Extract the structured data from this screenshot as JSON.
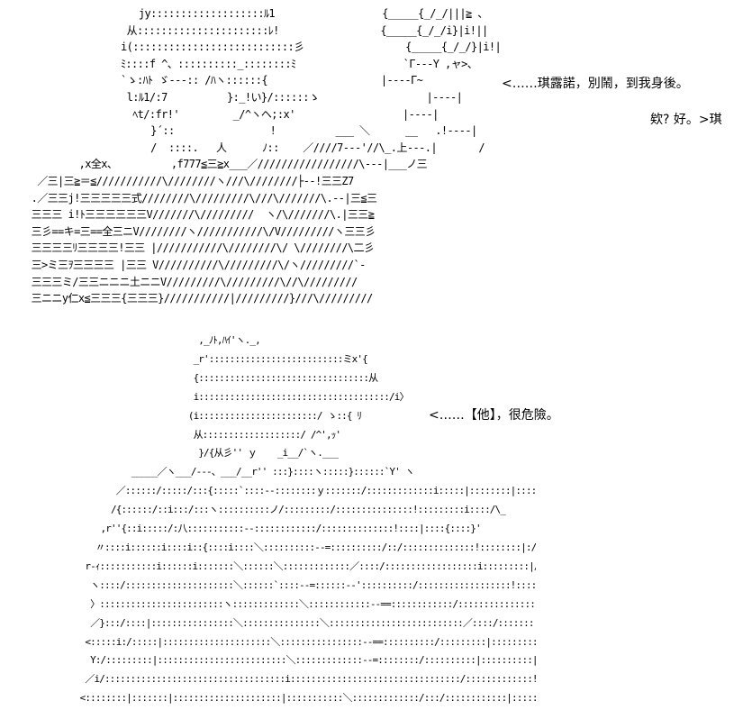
{
  "dialogue": [
    "<……琪露諾，別鬧，到我身後。",
    "欸? 好。>琪",
    "<……【他】，很危險。"
  ],
  "ascii_art": {
    "top": "                   jy:::::::::::::::::::ﾙ1                  {_____{_/_/|||≧ 、\n                 从::::::::::::::::::::::ﾚ!                 {_____{_/_/i}|i!||\n                i(:::::::::::::::::::::::::::彡                 {_____{_/_/}|i!||\n                ﾐ::::f ^、::::::::::_::::::::ﾐ                  `Γ---Y ,ャ>、\n                `ゝ:ﾊﾄ ゞ---:: /ﾊヽ::::::{                   |----Γ~\n                 l:ﾙ1/:7          }:_!い}/::::::ゝ                  |----|\n                  ﾍt/:fr!'         _/^ヽヘ;:x'                  |----|\n                     }´::                !          ___ ＼      __   .!----|\n                     /  ::::.   人      ﾉ::    ／////7---'//\\_.上---.|       /\n         ,x全x、         ,f777≦三≧x___／/////////////////\\---|___ノ三\n  ／三|三≧＝≦///////////\\////////ヽ///\\////////├--!三三Z7\n .／三三j!三三三三三式////////\\/////////\\///\\///////\\.--|三≦三\n 三三三 i!ﾄ三三三三三三V///////\\/////////  ヽ/\\///////\\.|三三≧\n 三彡==キ=三==全三ニV////////ヽ///////////\\/V/////////ヽ三三彡\n 三三三三ﾘ三三三三!三三 |///////////\\////////\\/ \\////////\\二彡\n 三>ミ三ｦ三三三三 |三三 V//////////\\/////////\\/ヽ/////////`-\n 三三三ミ/三三ニニニ土ニニV/////////\\/////////\\//\\/////////\n 三ニニy仁x≦三三三{三三三}///////////|/////////}///\\/////////",
    "bottom": "                                   ,_ﾉﾄ,ﾊｲ'ヽ._,\n                                  _r'::::::::::::::::::::::::::ミx'{\n                                  {:::::::::::::::::::::::::::::::::从\n                                  i:::::::::::::::::::::::::::::::::::::/i〉\n                                 (i:::::::::::::::::::::::/ ゝ::{ ﾘ\n                                  从:::::::::::::::::::/ /^',ｯ'\n                                   }/{从彡'' ｙ    _i__/`ヽ.___\n                      _____／ヽ___/---、___/__r'' :::}::::ヽ:::::}::::::`Y' ヽ\n                   ／::::::/:::::/:::{:::::`::::--::::::::ｙ:::::::/:::::::::::::i:::::|::::::::|:::::::ヽ\n                  /{::::::/::i:::/:::ヽ::::::::::ノ/:::::::::/:::::::::::::::!:::::::::i::::/\\_\n                ,r''{::i:::::/:八:::::::::::--::::::::::::/::::::::::::::!::::|::::{::::}'\n               〃::::i::::::i::::i::{::::i::::＼::::::::::--=::::::::::/::/::::::::::::::!::::::::|:/\\\n             r-ｨ:::::::::::i::::::i:::::::＼::::::＼:::::::::::::／::::/::::::::::::::::::i:::::::::|/:::ﾄ-._\n              ヽ::::/:::::::::::::::::::::＼::::::`::::--=::::::--'::::::::::/::::::::::::::::::!::::!::::|::::／\n              〉::::::::::::::::::::::::ヽ:::::::::::::＼::::::::::::--==::::::::::::/::::::::::::::::::!::::::i八\n              ／}:::/::::|::::::::::::::::＼:::::::::::::::＼::::::::::::::::::::::::::／::::/::::::::::::|:::::::::|::::＼\n             <:::::i:/:::::|:::::::::::::::::::::＼::::::::::::::::--==::::::::::/:::::::::|::::::::::!:::::|::::ｲ\n              Y:/:::::::::|:::::::::::::::::::::::::＼:::::::::::::--=::::::::/::::::::::|::::::::::|::::::::::＼\n             ／i/:::::::::::::::::::::::::::::::::::i:::::::::::::::::::::::::::::::::/:::::::::::::!:::::::::|::::::ｲ\n            <::::::::|:::::::|:::::::::::::::::::::|:::::::::::＼:::::::::::::/:::/::::::::::::|:::::::::::::|:／:::ﾊ\n              ＼::!:::::::::!::::::::::::::::|:i::::::ヽ:::::::::::::ヽ::::::::::::/:::/:::::::::::::|::::::::::!::::/::::>"
  }
}
